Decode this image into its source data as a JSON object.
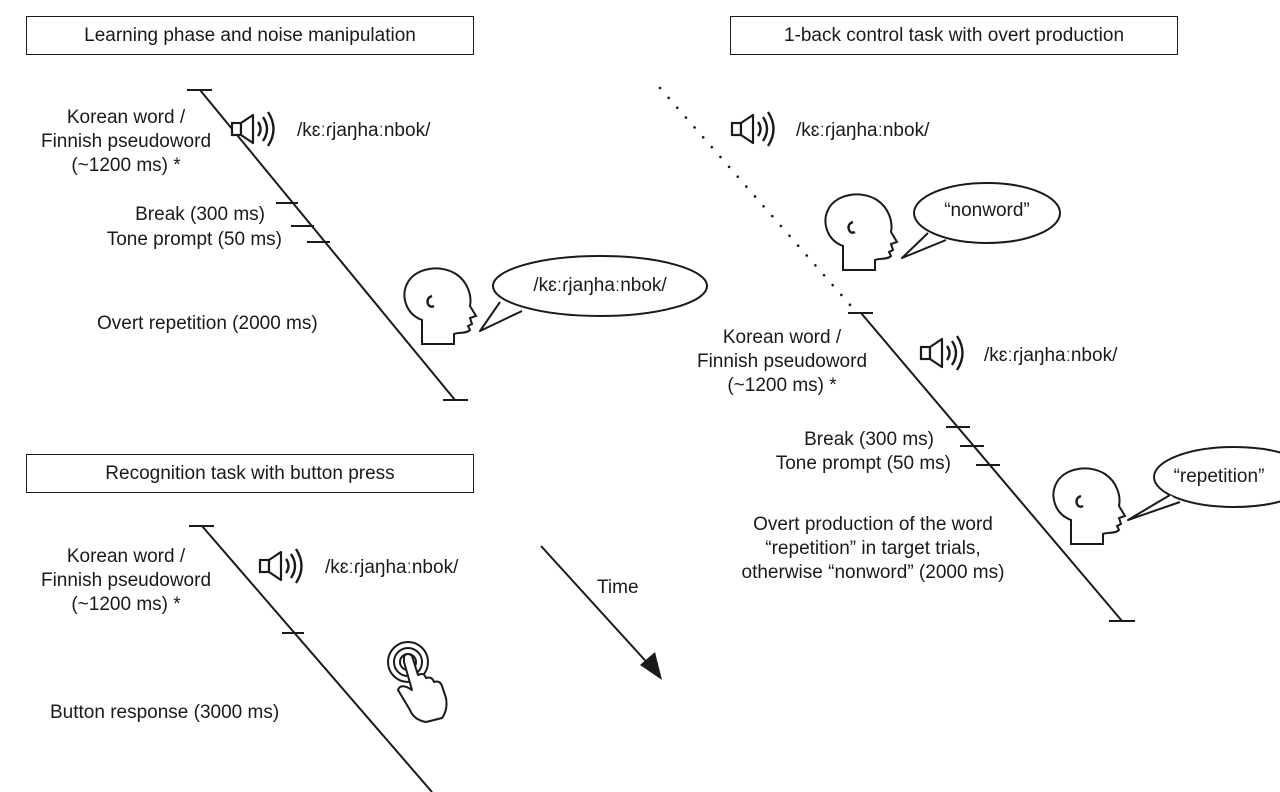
{
  "panels": {
    "learning": {
      "title": "Learning phase and noise manipulation",
      "stimulus_label": [
        "Korean word /",
        "Finnish pseudoword",
        "(~1200 ms) *"
      ],
      "break_label": "Break (300 ms)",
      "tone_label": "Tone prompt (50 ms)",
      "response_label": "Overt repetition (2000 ms)",
      "stimulus_ipa": "/kɛːɾjaŋhaːnbok/",
      "speech_bubble": "/kɛːɾjaŋhaːnbok/"
    },
    "recognition": {
      "title": "Recognition task with button press",
      "stimulus_label": [
        "Korean word /",
        "Finnish pseudoword",
        "(~1200 ms) *"
      ],
      "response_label": "Button response (3000 ms)",
      "stimulus_ipa": "/kɛːɾjaŋhaːnbok/"
    },
    "one_back": {
      "title": "1-back control task with overt production",
      "previous_ipa": "/kɛːɾjaŋhaːnbok/",
      "previous_bubble": "“nonword”",
      "stimulus_label": [
        "Korean word /",
        "Finnish pseudoword",
        "(~1200 ms) *"
      ],
      "stimulus_ipa": "/kɛːɾjaŋhaːnbok/",
      "break_label": "Break (300 ms)",
      "tone_label": "Tone prompt (50 ms)",
      "response_label": [
        "Overt production of the word",
        "“repetition” in target trials,",
        "otherwise “nonword” (2000 ms)"
      ],
      "speech_bubble": "“repetition”"
    }
  },
  "time_arrow_label": "Time",
  "icons": [
    "speaker-icon",
    "head-icon",
    "hand-press-icon",
    "time-arrow"
  ]
}
